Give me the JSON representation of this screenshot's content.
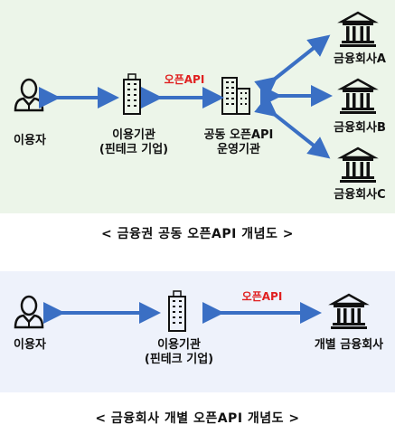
{
  "diagram1": {
    "user_label": "이용자",
    "institution_label_1": "이용기관",
    "institution_label_2": "(핀테크 기업)",
    "openapi_tag": "오픈API",
    "operator_label_1": "공동 오픈API",
    "operator_label_2": "운영기관",
    "bank_a": "금융회사A",
    "bank_b": "금융회사B",
    "bank_c": "금융회사C",
    "caption": "< 금융권 공동 오픈API 개념도 >"
  },
  "diagram2": {
    "user_label": "이용자",
    "institution_label_1": "이용기관",
    "institution_label_2": "(핀테크 기업)",
    "openapi_tag": "오픈API",
    "bank_label": "개별 금융회사",
    "caption": "< 금융회사 개별 오픈API 개념도 >"
  },
  "colors": {
    "arrow": "#3a6fc4",
    "panel1_bg": "#ecf5e9",
    "panel2_bg": "#eef2fb",
    "tag_red": "#e02020"
  }
}
